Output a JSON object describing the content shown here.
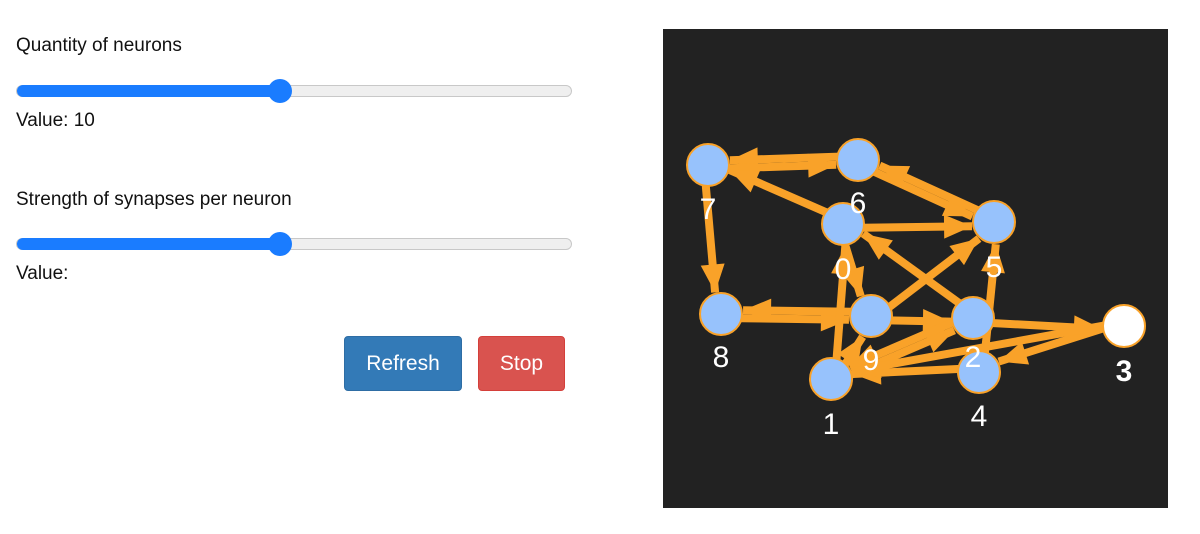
{
  "controls": {
    "neurons": {
      "label": "Quantity of neurons",
      "value_text": "Value: 10",
      "fraction": 0.475
    },
    "strength": {
      "label": "Strength of synapses per neuron",
      "value_text": "Value:",
      "fraction": 0.475
    },
    "refresh_label": "Refresh",
    "stop_label": "Stop"
  },
  "graph": {
    "colors": {
      "background": "#222222",
      "edge": "#f9a229",
      "node": "#97c2fc",
      "active_node": "#ffffff"
    },
    "nodes": [
      {
        "id": "0"
      },
      {
        "id": "1"
      },
      {
        "id": "2"
      },
      {
        "id": "3",
        "active": true
      },
      {
        "id": "4"
      },
      {
        "id": "5"
      },
      {
        "id": "6"
      },
      {
        "id": "7"
      },
      {
        "id": "8"
      },
      {
        "id": "9"
      }
    ],
    "edges": [
      [
        "7",
        "8"
      ],
      [
        "6",
        "7"
      ],
      [
        "7",
        "6"
      ],
      [
        "0",
        "7"
      ],
      [
        "0",
        "5"
      ],
      [
        "6",
        "5"
      ],
      [
        "5",
        "6"
      ],
      [
        "9",
        "5"
      ],
      [
        "0",
        "9"
      ],
      [
        "2",
        "0"
      ],
      [
        "8",
        "9"
      ],
      [
        "9",
        "8"
      ],
      [
        "2",
        "3"
      ],
      [
        "3",
        "4"
      ],
      [
        "4",
        "1"
      ],
      [
        "1",
        "2"
      ],
      [
        "9",
        "2"
      ],
      [
        "4",
        "5"
      ],
      [
        "1",
        "0"
      ],
      [
        "3",
        "1"
      ],
      [
        "2",
        "1"
      ],
      [
        "1",
        "9"
      ]
    ]
  }
}
